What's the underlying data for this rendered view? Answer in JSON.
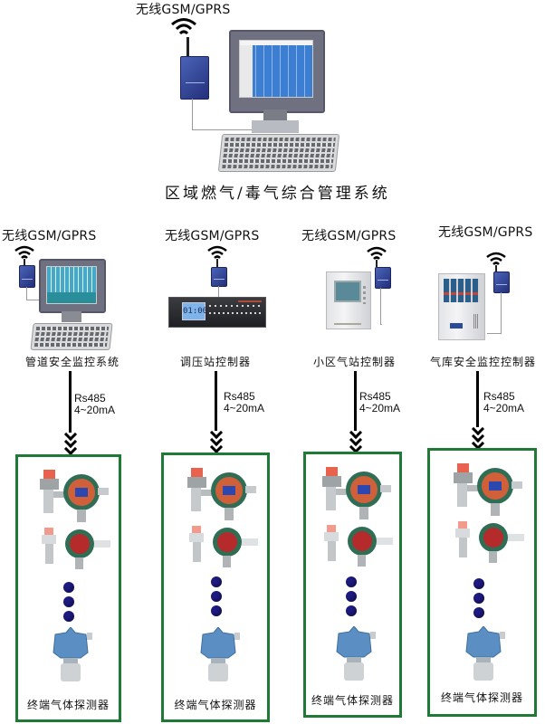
{
  "center": {
    "wireless_label_cn": "无线",
    "wireless_label_en": "GSM/GPRS",
    "title": "区域燃气/毒气综合管理系统"
  },
  "controllers": [
    {
      "wireless_label_cn": "无线",
      "wireless_label_en": "GSM/GPRS",
      "device_icon": "desktop-computer-icon",
      "label": "管道安全监控系统",
      "protocol_line1": "Rs485",
      "protocol_line2": "4~20mA",
      "detector_box_label": "终端气体探测器"
    },
    {
      "wireless_label_cn": "无线",
      "wireless_label_en": "GSM/GPRS",
      "device_icon": "rack-controller-icon",
      "display_value": "01:00",
      "label": "调压站控制器",
      "protocol_line1": "Rs485",
      "protocol_line2": "4~20mA",
      "detector_box_label": "终端气体探测器"
    },
    {
      "wireless_label_cn": "无线",
      "wireless_label_en": "GSM/GPRS",
      "device_icon": "wall-cabinet-controller-icon",
      "label": "小区气站控制器",
      "protocol_line1": "Rs485",
      "protocol_line2": "4~20mA",
      "detector_box_label": "终端气体探测器"
    },
    {
      "wireless_label_cn": "无线",
      "wireless_label_en": "GSM/GPRS",
      "device_icon": "multi-channel-cabinet-icon",
      "label": "气库安全监控控制器",
      "protocol_line1": "Rs485",
      "protocol_line2": "4~20mA",
      "detector_box_label": "终端气体探测器"
    }
  ],
  "colors": {
    "box_border": "#1e7a35",
    "dot": "#1d1a80",
    "modem": "#2f3f95",
    "detector_body": "#5b8fc4",
    "sensor_head": "#2f6e55",
    "alarm_light": "#e8624e"
  }
}
